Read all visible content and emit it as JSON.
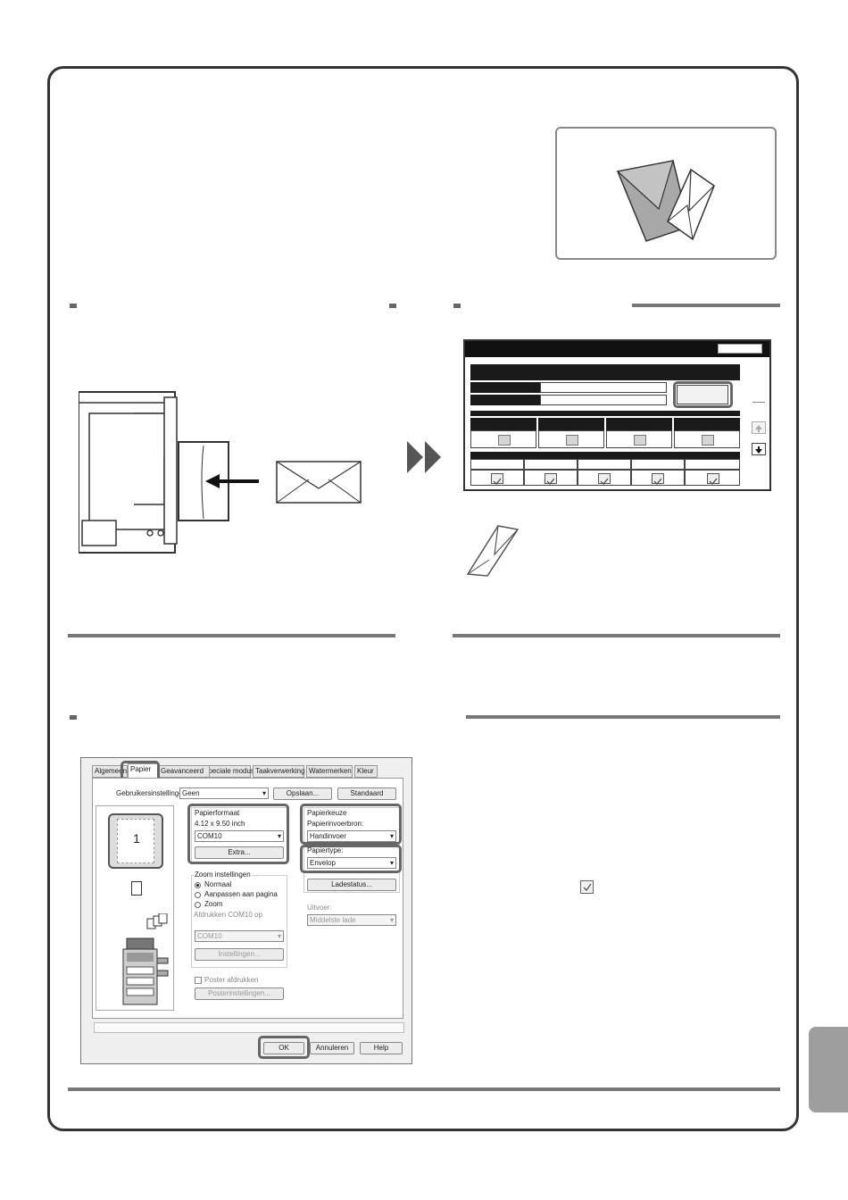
{
  "touch_panel": {
    "scroll_up_icon": "arrow-up-icon",
    "scroll_down_icon": "arrow-down-icon",
    "checkmark_icon": "checkmark-icon"
  },
  "dialog": {
    "tabs": [
      {
        "label": "Algemeen"
      },
      {
        "label": "Papier"
      },
      {
        "label": "Geavanceerd"
      },
      {
        "label": "Speciale modus"
      },
      {
        "label": "Taakverwerking"
      },
      {
        "label": "Watermerken"
      },
      {
        "label": "Kleur"
      }
    ],
    "preset_label": "Gebruikersinstellingen:",
    "preset_value": "Geen",
    "save_button": "Opslaan...",
    "default_button": "Standaard",
    "preview_number": "1",
    "paper_size_label": "Papierformaat",
    "paper_size_dims": "4.12 x 9.50 inch",
    "paper_size_value": "COM10",
    "extra_button": "Extra...",
    "zoom_label": "Zoom instellingen",
    "zoom_options": [
      "Normaal",
      "Aanpassen aan pagina",
      "Zoom"
    ],
    "print_on_label": "Afdrukken COM10 op",
    "print_on_value": "COM10",
    "settings_button": "Instellingen...",
    "poster_label": "Poster afdrukken",
    "poster_settings_button": "Posterinstellingen...",
    "paper_select_label": "Papierkeuze",
    "paper_source_label": "Papierinvoerbron:",
    "paper_source_value": "Handinvoer",
    "paper_type_label": "Papiertype:",
    "paper_type_value": "Envelop",
    "tray_button": "Ladestatus...",
    "output_label": "Uitvoer:",
    "output_value": "Middelste lade",
    "ok_button": "OK",
    "cancel_button": "Annuleren",
    "help_button": "Help"
  }
}
